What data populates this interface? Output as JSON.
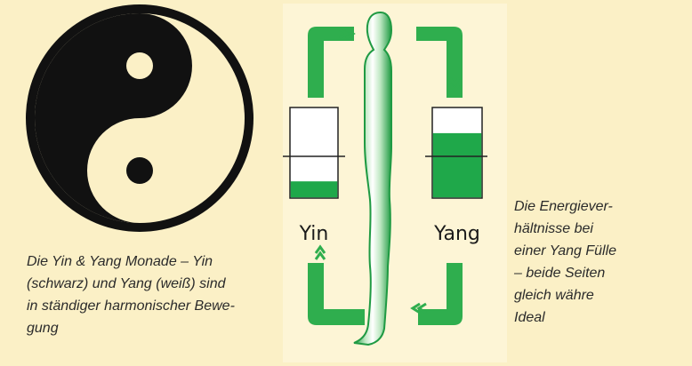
{
  "left_caption": {
    "lines": [
      "Die Yin & Yang Monade – Yin",
      "(schwarz) und Yang (weiß) sind",
      "in ständiger harmonischer Bewe-",
      "gung"
    ]
  },
  "right_caption": {
    "lines": [
      "Die Energiever-",
      "hältnisse bei",
      "einer Yang Fülle",
      "–  beide Seiten",
      "gleich währe",
      "Ideal"
    ]
  },
  "diagram": {
    "yin_label": "Yin",
    "yang_label": "Yang",
    "yin_fill_fraction": 0.18,
    "yang_fill_fraction": 0.72,
    "ideal_line_fraction": 0.5
  },
  "colors": {
    "background": "#fbf0c6",
    "green": "#1fa84a",
    "light_green": "#5cc06a",
    "black": "#111111"
  },
  "icons": {
    "yin_yang": "yin-yang-icon",
    "body": "human-silhouette-icon",
    "arrows": "chevron-arrows-icon"
  }
}
